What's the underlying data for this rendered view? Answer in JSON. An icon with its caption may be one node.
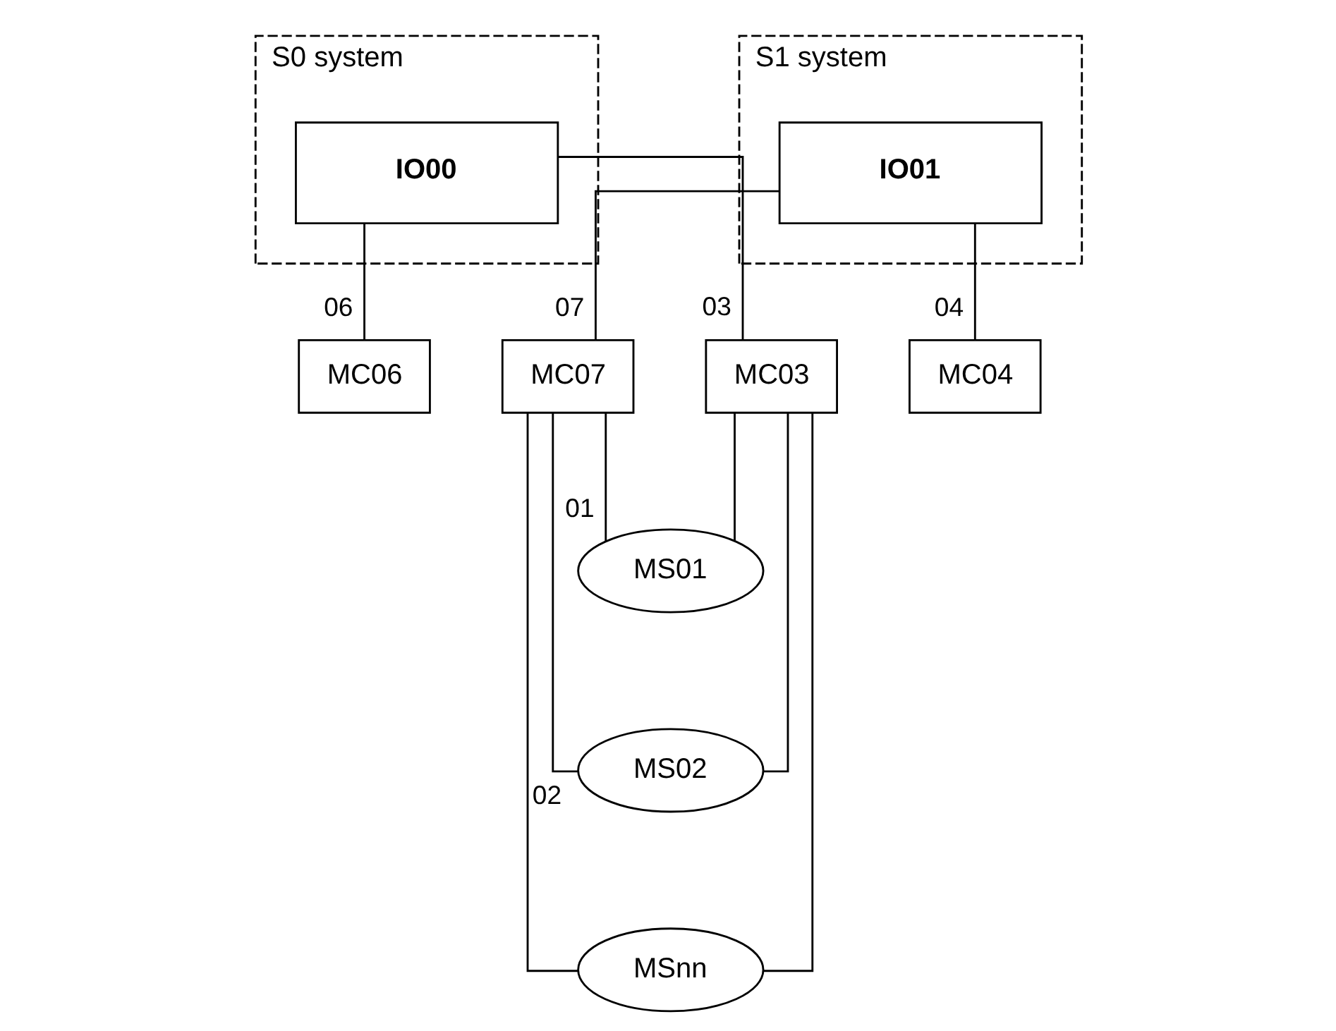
{
  "diagram": {
    "nodes": [
      {
        "text": [
          "S0 system"
        ]
      },
      {
        "text": [
          "IO00"
        ],
        "in": 0
      },
      {
        "text": [
          "S1 system"
        ]
      },
      {
        "text": [
          "IO01"
        ],
        "in": 2
      },
      {
        "text": [
          "MC06"
        ]
      },
      {
        "text": [
          "MC07"
        ]
      },
      {
        "text": [
          "MC03"
        ]
      },
      {
        "text": [
          "MC04"
        ]
      },
      {
        "text": [
          "MS01"
        ]
      },
      {
        "text": [
          "MS02"
        ]
      },
      {
        "text": [
          "MSnn"
        ]
      }
    ],
    "edges": [
      {
        "from": 1,
        "to": 4,
        "arrow": "none",
        "label": "06"
      },
      {
        "from": 3,
        "to": 5,
        "arrow": "none",
        "label": "07"
      },
      {
        "from": 1,
        "to": 6,
        "arrow": "none",
        "label": "03"
      },
      {
        "from": 3,
        "to": 7,
        "arrow": "none",
        "label": "04"
      },
      {
        "from": 5,
        "to": 8,
        "arrow": "none",
        "label": "01"
      },
      {
        "from": 5,
        "to": 9,
        "arrow": "none",
        "label": "02"
      },
      {
        "from": 5,
        "to": 10,
        "arrow": "none"
      },
      {
        "from": 8,
        "to": 6,
        "arrow": "none"
      },
      {
        "from": 9,
        "to": 6,
        "arrow": "none"
      },
      {
        "from": 10,
        "to": 6,
        "arrow": "none"
      }
    ]
  }
}
